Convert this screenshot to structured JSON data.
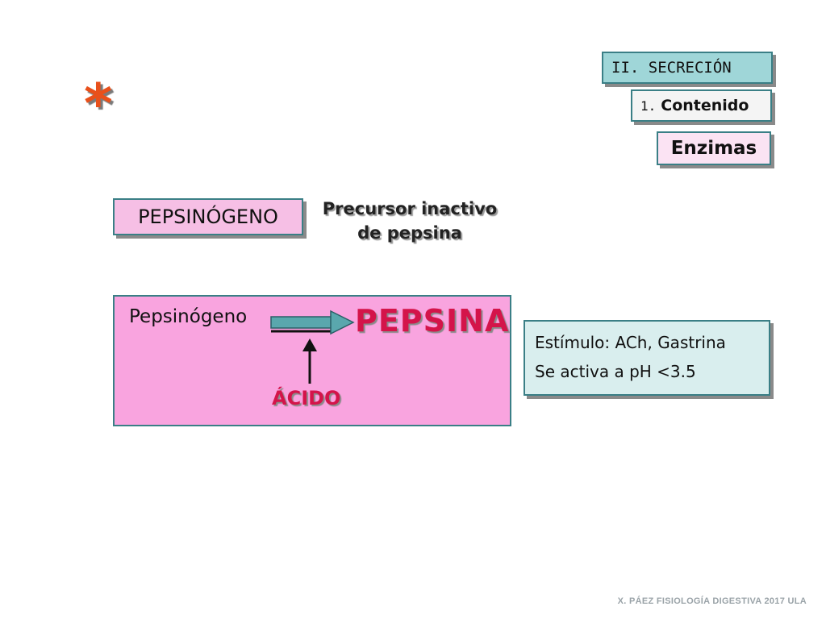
{
  "header": {
    "section": "II. SECRECIÓN",
    "subsection_number": "1.",
    "subsection_label": "Contenido",
    "topic": "Enzimas"
  },
  "decoration": {
    "asterisk": "*"
  },
  "pepsinogen": {
    "label": "PEPSINÓGENO",
    "description_line1": "Precursor inactivo",
    "description_line2": "de pepsina"
  },
  "activation": {
    "reactant": "Pepsinógeno",
    "product": "PEPSINA",
    "agent": "ÁCIDO"
  },
  "info": {
    "stimulus": "Estímulo: ACh, Gastrina",
    "activation_ph": "Se activa a pH <3.5"
  },
  "footer": {
    "credit": "X. PÁEZ   FISIOLOGÍA DIGESTIVA 2017 ULA"
  },
  "colors": {
    "section_bg": "#9fd6d8",
    "topic_bg": "#fbe3f3",
    "panel_bg": "#f9a4df",
    "accent_red": "#d4144a",
    "asterisk": "#e8501b",
    "info_bg": "#d9eeee"
  }
}
